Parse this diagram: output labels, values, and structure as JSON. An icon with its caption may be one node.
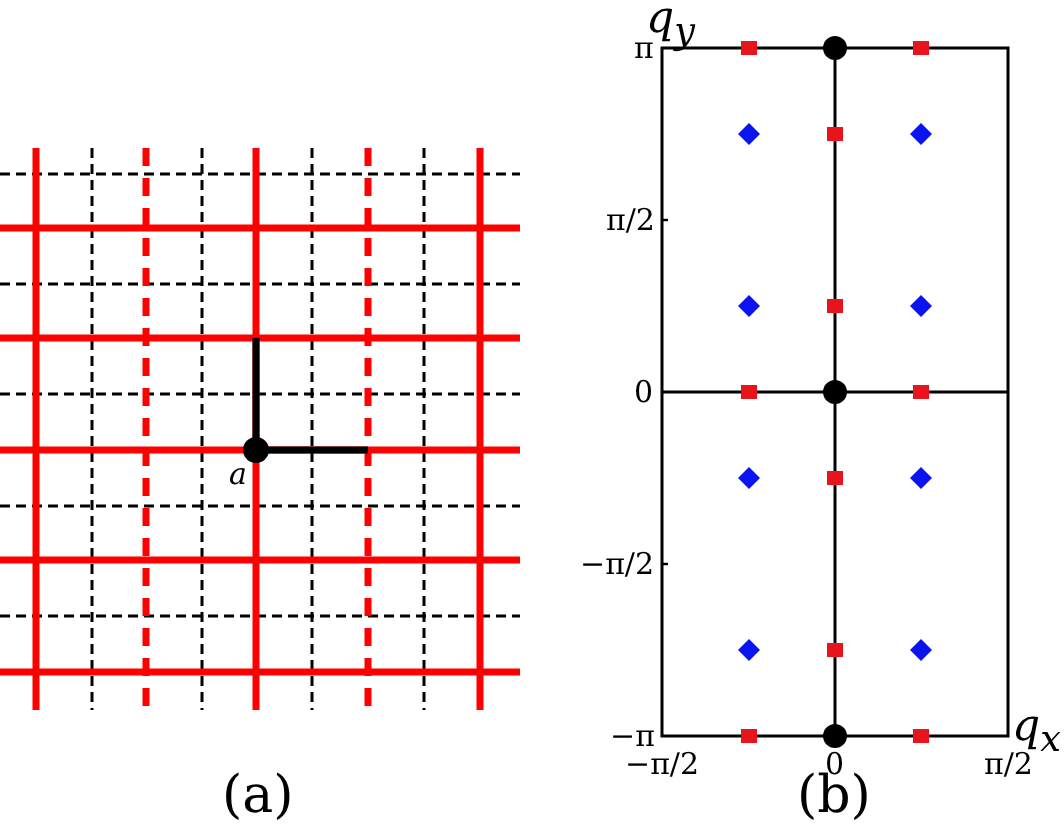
{
  "diagram": {
    "labels": [
      "a",
      "(a)",
      "q$_{y}$",
      "π",
      "π/2",
      "0",
      "−π/2",
      "−π",
      "q$_{x}$",
      "−π/2",
      "0",
      "π/2",
      "(b)"
    ]
  }
}
